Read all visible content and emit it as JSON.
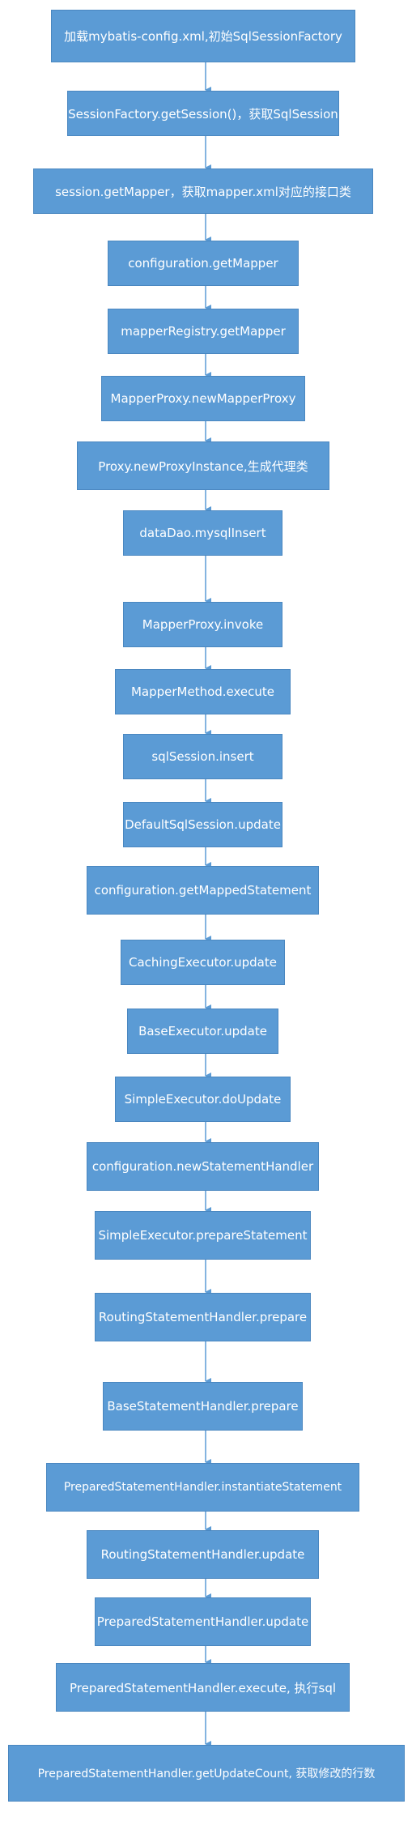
{
  "steps": [
    "加载mybatis-config.xml,初始SqlSessionFactory",
    "SessionFactory.getSession()，获取SqlSession",
    "session.getMapper，获取mapper.xml对应的接口类",
    "configuration.getMapper",
    "mapperRegistry.getMapper",
    "MapperProxy.newMapperProxy",
    "Proxy.newProxyInstance,生成代理类",
    "dataDao.mysqlInsert",
    "MapperProxy.invoke",
    "MapperMethod.execute",
    "sqlSession.insert",
    "DefaultSqlSession.update",
    "configuration.getMappedStatement",
    "CachingExecutor.update",
    "BaseExecutor.update",
    "SimpleExecutor.doUpdate",
    "configuration.newStatementHandler",
    "SimpleExecutor.prepareStatement",
    "RoutingStatementHandler.prepare",
    "BaseStatementHandler.prepare",
    "PreparedStatementHandler.instantiateStatement",
    "RoutingStatementHandler.update",
    "PreparedStatementHandler.update",
    "PreparedStatementHandler.execute, 执行sql",
    "PreparedStatementHandler.getUpdateCount, 获取修改的行数"
  ],
  "colors": {
    "box": "#5b9bd5",
    "border": "#4a87c0",
    "arrow": "#5b9bd5",
    "text": "#ffffff"
  }
}
